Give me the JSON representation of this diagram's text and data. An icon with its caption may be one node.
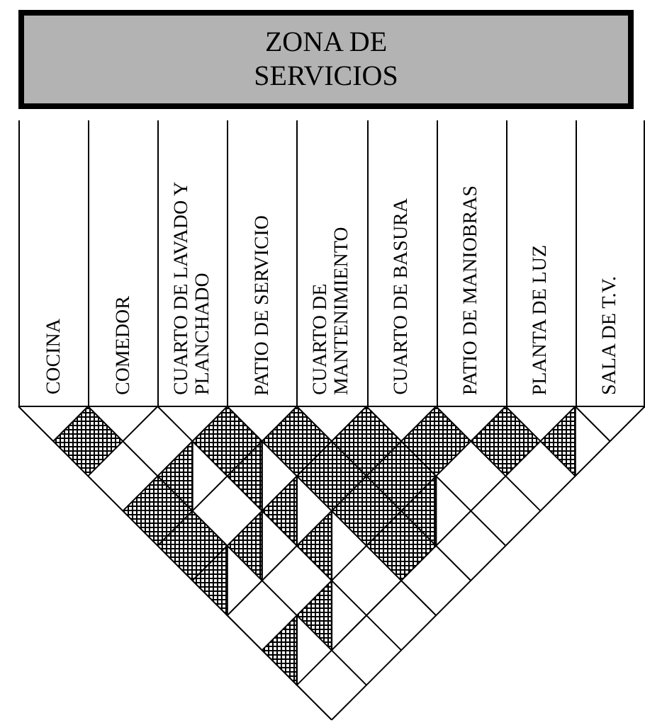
{
  "diagram": {
    "nodes": [
      {
        "text": [
          "ZONA DE SERVICIOS"
        ]
      },
      {
        "text": [
          "COCINA"
        ]
      },
      {
        "text": [
          "COMEDOR"
        ]
      },
      {
        "text": [
          "CUARTO DE LAVADO Y PLANCHADO"
        ]
      },
      {
        "text": [
          "PATIO DE SERVICIO"
        ]
      },
      {
        "text": [
          "CUARTO DE MANTENIMIENTO"
        ]
      },
      {
        "text": [
          "CUARTO DE BASURA"
        ]
      },
      {
        "text": [
          "PATIO DE MANIOBRAS"
        ]
      },
      {
        "text": [
          "PLANTA DE LUZ"
        ]
      },
      {
        "text": [
          "SALA DE T.V."
        ]
      }
    ]
  }
}
